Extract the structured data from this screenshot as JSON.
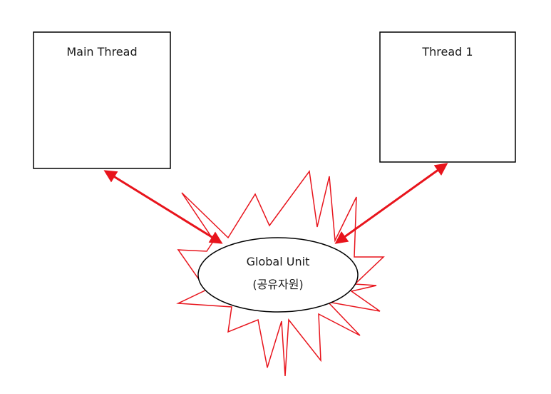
{
  "diagram": {
    "main_thread": {
      "label": "Main Thread"
    },
    "thread_1": {
      "label": "Thread 1"
    },
    "global_unit": {
      "label": "Global Unit",
      "sublabel": "(공유자원)"
    }
  },
  "colors": {
    "box_stroke": "#000000",
    "arrow": "#e8141c",
    "burst_stroke": "#e8141c",
    "ellipse_stroke": "#000000",
    "text": "#1a1a1a"
  }
}
